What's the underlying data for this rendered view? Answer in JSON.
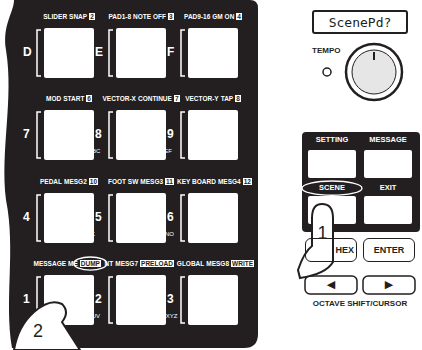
{
  "diagram": {
    "nodes": [
      {
        "text": [
          "ScenePd?"
        ]
      },
      {
        "text": [
          "HEX"
        ]
      },
      {
        "text": [
          "ENTER"
        ]
      }
    ],
    "labels": [
      "SLIDER",
      "SNAP",
      "2",
      "PAD1-8",
      "NOTE OFF",
      "3",
      "PAD9-16",
      "GM ON",
      "4",
      "MOD",
      "START",
      "6",
      "VECTOR-X",
      "CONTINUE",
      "7",
      "VECTOR-Y",
      "TAP",
      "8",
      "PEDAL",
      "MESG2",
      "10",
      "FOOT SW",
      "MESG3",
      "11",
      "KEY BOARD",
      "MESG4",
      "12",
      "MESSAGE",
      "ME",
      "DUMP",
      "NT",
      "MESG7",
      "PRELOAD",
      "GLOBAL",
      "MESG8",
      "WRITE",
      "D",
      "E",
      "F",
      "7",
      "8",
      "9",
      "4",
      "5",
      "6",
      "1",
      "2",
      "3",
      "ABC",
      "DEF",
      "JK",
      "MNO",
      "TUV",
      "WXYZ",
      "TEMPO",
      "SETTING",
      "MESSAGE",
      "SCENE",
      "EXIT",
      "◀",
      "▶",
      "OCTAVE SHIFT/CURSOR",
      "1",
      "2"
    ]
  }
}
